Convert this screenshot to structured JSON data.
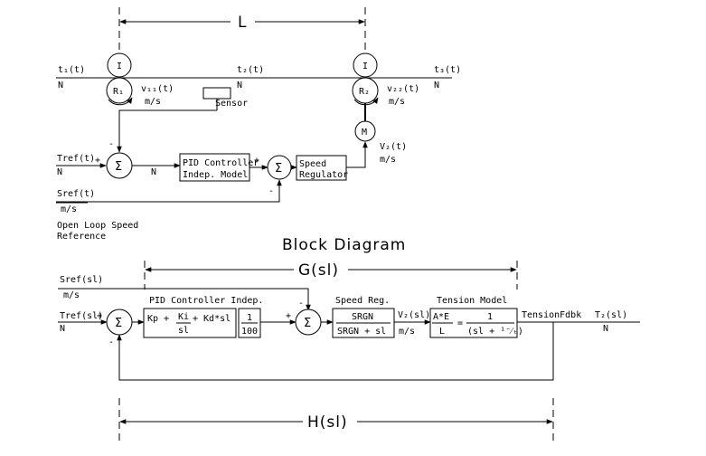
{
  "top_diagram": {
    "span_label": "L",
    "t1": "t₁(t)",
    "t1_unit": "N",
    "t2": "t₂(t)",
    "t2_unit": "N",
    "t3": "t₃(t)",
    "t3_unit": "N",
    "roller_idler_1": "I",
    "roller_r1": "R₁",
    "roller_idler_2": "I",
    "roller_r2": "R₂",
    "vw1": "v₁₁(t)",
    "vw1_unit": "m/s",
    "vw2": "v₂₂(t)",
    "vw2_unit": "m/s",
    "sensor": "Sensor",
    "motor": "M",
    "v2": "V₂(t)",
    "v2_unit": "m/s",
    "tref": "Tref(t)",
    "tref_unit": "N",
    "sum1_plus": "+",
    "sum1_minus": "-",
    "sum_symbol": "Σ",
    "n_after_sum": "N",
    "pid_line1": "PID Controller",
    "pid_line2": "Indep. Model",
    "sum2_plus": "+",
    "sum2_minus": "-",
    "speed_line1": "Speed",
    "speed_line2": "Regulator",
    "sref": "Sref(t)",
    "sref_unit": "m/s",
    "open_loop_1": "Open Loop Speed",
    "open_loop_2": "Reference"
  },
  "block_diagram": {
    "title": "Block Diagram",
    "g_label": "G(sl)",
    "h_label": "H(sl)",
    "sref": "Sref(sl)",
    "sref_unit": "m/s",
    "tref": "Tref(sl)",
    "tref_unit": "N",
    "sum1_plus": "+",
    "sum1_minus": "-",
    "pid_title": "PID Controller Indep.",
    "pid_kp": "Kp +",
    "pid_ki": "Ki",
    "pid_sl": "sl",
    "pid_kd": "+ Kd*sl",
    "gain_num": "1",
    "gain_den": "100",
    "sum2_plus": "+",
    "sum2_minus": "-",
    "speed_title": "Speed Reg.",
    "srgn_num": "SRGN",
    "srgn_den": "SRGN + sl",
    "v2": "V₂(sl)",
    "v2_unit": "m/s",
    "tension_title": "Tension Model",
    "ae": "A*E",
    "l": "L",
    "eq": "=",
    "one": "1",
    "den": "(sl + ¹⁻⁄ₜ)",
    "tension_fdbk": "TensionFdbk",
    "t2": "T₂(sl)",
    "t2_unit": "N"
  }
}
